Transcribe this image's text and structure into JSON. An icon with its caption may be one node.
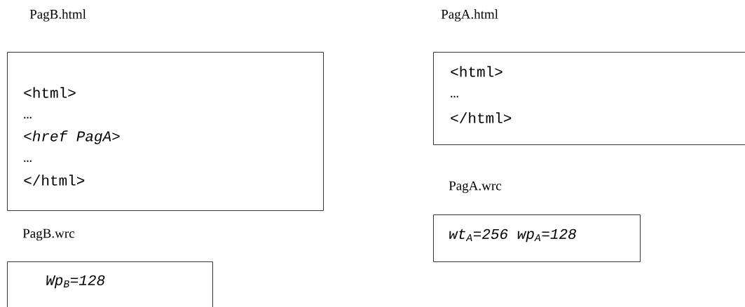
{
  "diagram": {
    "nodes": [
      {
        "text": [
          "PagB.html",
          "<html>",
          "…",
          "<href PagA>",
          "…",
          "</html>"
        ]
      },
      {
        "text": [
          "PagA.html",
          "<html>",
          "…",
          "</html>"
        ]
      },
      {
        "text": [
          "PagA.wrc",
          "wt$_{A}$=256 wp$_{A}$=128"
        ]
      },
      {
        "text": [
          "PagB.wrc",
          "Wp$_{B}$=128"
        ]
      }
    ]
  }
}
